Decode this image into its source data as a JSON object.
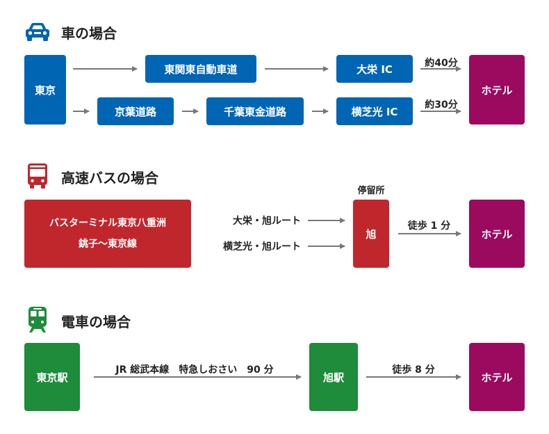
{
  "car": {
    "title": "車の場合",
    "icon": "car-icon",
    "color": "#0065b3",
    "origin": "東京",
    "route1": [
      "東関東自動車道",
      "大栄 IC"
    ],
    "route2": [
      "京葉道路",
      "千葉東金道路",
      "横芝光 IC"
    ],
    "time1": "約40分",
    "time2": "約30分",
    "dest": "ホテル"
  },
  "bus": {
    "title": "高速バスの場合",
    "icon": "bus-icon",
    "color": "#c0272d",
    "origin_line1": "バスターミナル東京八重洲",
    "origin_line2": "銚子〜東京線",
    "route1": "大栄・旭ルート",
    "route2": "横芝光・旭ルート",
    "stop_label": "停留所",
    "stop": "旭",
    "walk": "徒歩 1 分",
    "dest": "ホテル"
  },
  "train": {
    "title": "電車の場合",
    "icon": "train-icon",
    "color": "#1e8c3a",
    "origin": "東京駅",
    "route": "JR 総武本線　特急しおさい　90 分",
    "station": "旭駅",
    "walk": "徒歩 8 分",
    "dest": "ホテル"
  },
  "dest_color": "#9b0a5e",
  "arrow_color": "#777777"
}
